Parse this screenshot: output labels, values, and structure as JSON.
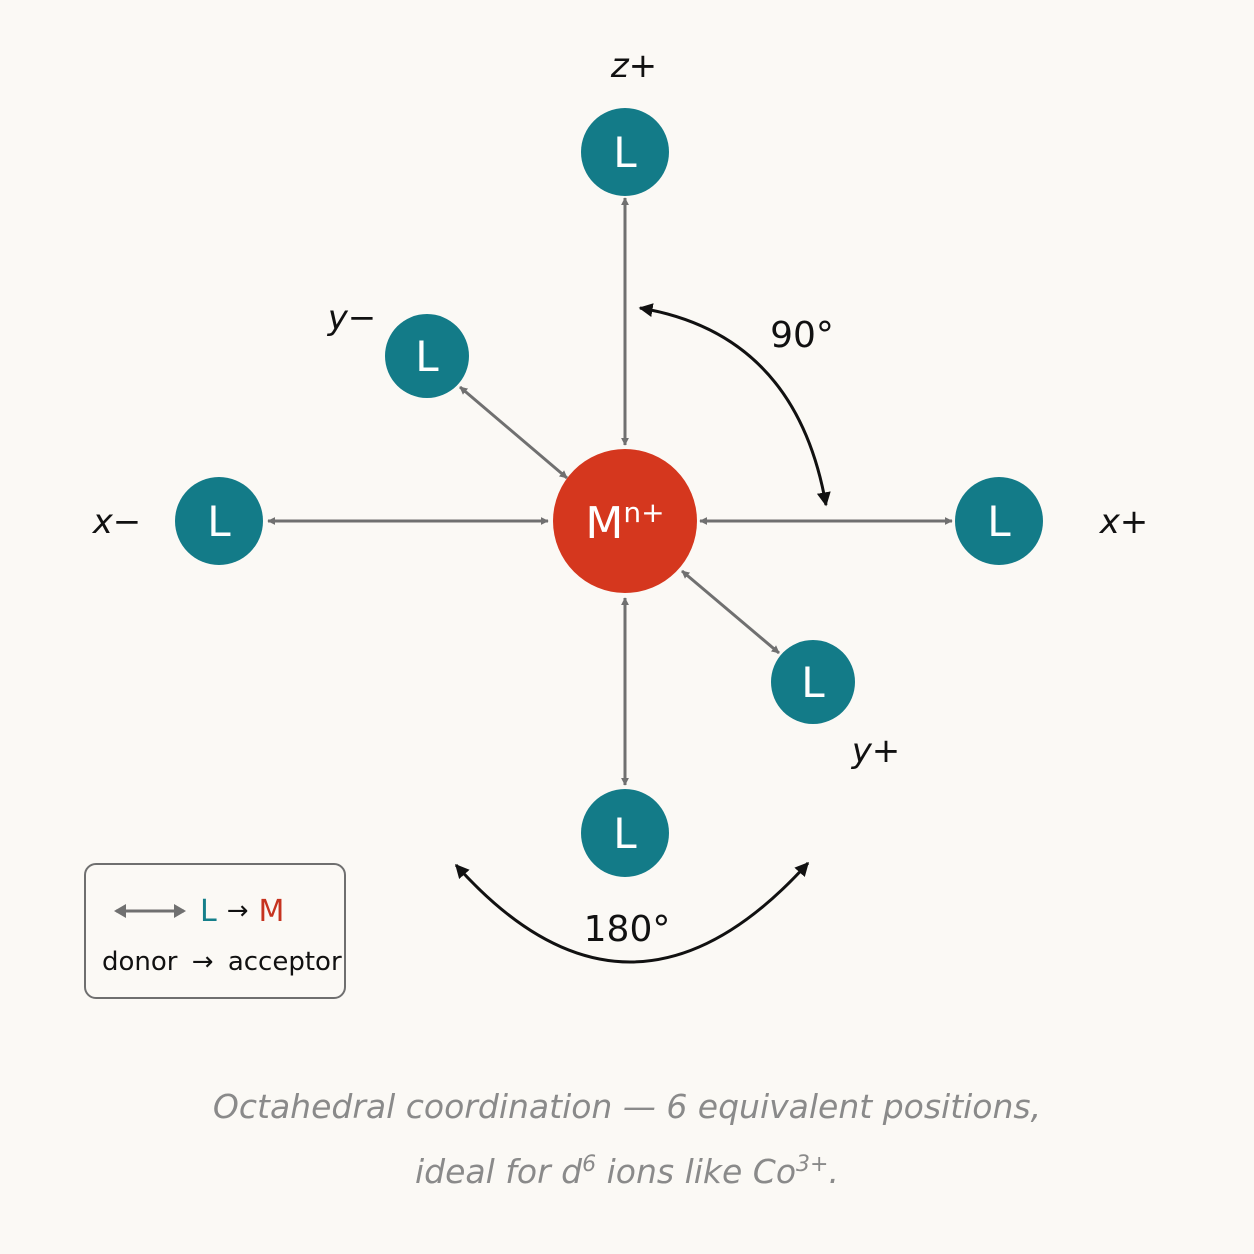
{
  "axes": {
    "z_plus": "z+",
    "y_minus": "y−",
    "x_minus": "x−",
    "x_plus": "x+",
    "y_plus": "y+"
  },
  "ligand_label": "L",
  "metal": {
    "label": "M",
    "charge": "n+"
  },
  "angles": {
    "right_angle": "90°",
    "straight_angle": "180°"
  },
  "legend": {
    "ligand": "L",
    "arrow": "→",
    "metal": "M",
    "donor": "donor",
    "acceptor": "acceptor"
  },
  "caption": {
    "line1": "Octahedral coordination — 6 equivalent positions,",
    "line2_prefix": "ideal for d",
    "d_exponent": "6",
    "line2_mid": " ions like Co",
    "charge": "3+",
    "line2_suffix": "."
  },
  "colors": {
    "ligand": "#137b88",
    "metal": "#d5371e",
    "bond": "#707070",
    "legend_ligand_text": "#157f8a",
    "legend_metal_text": "#c6331f"
  }
}
